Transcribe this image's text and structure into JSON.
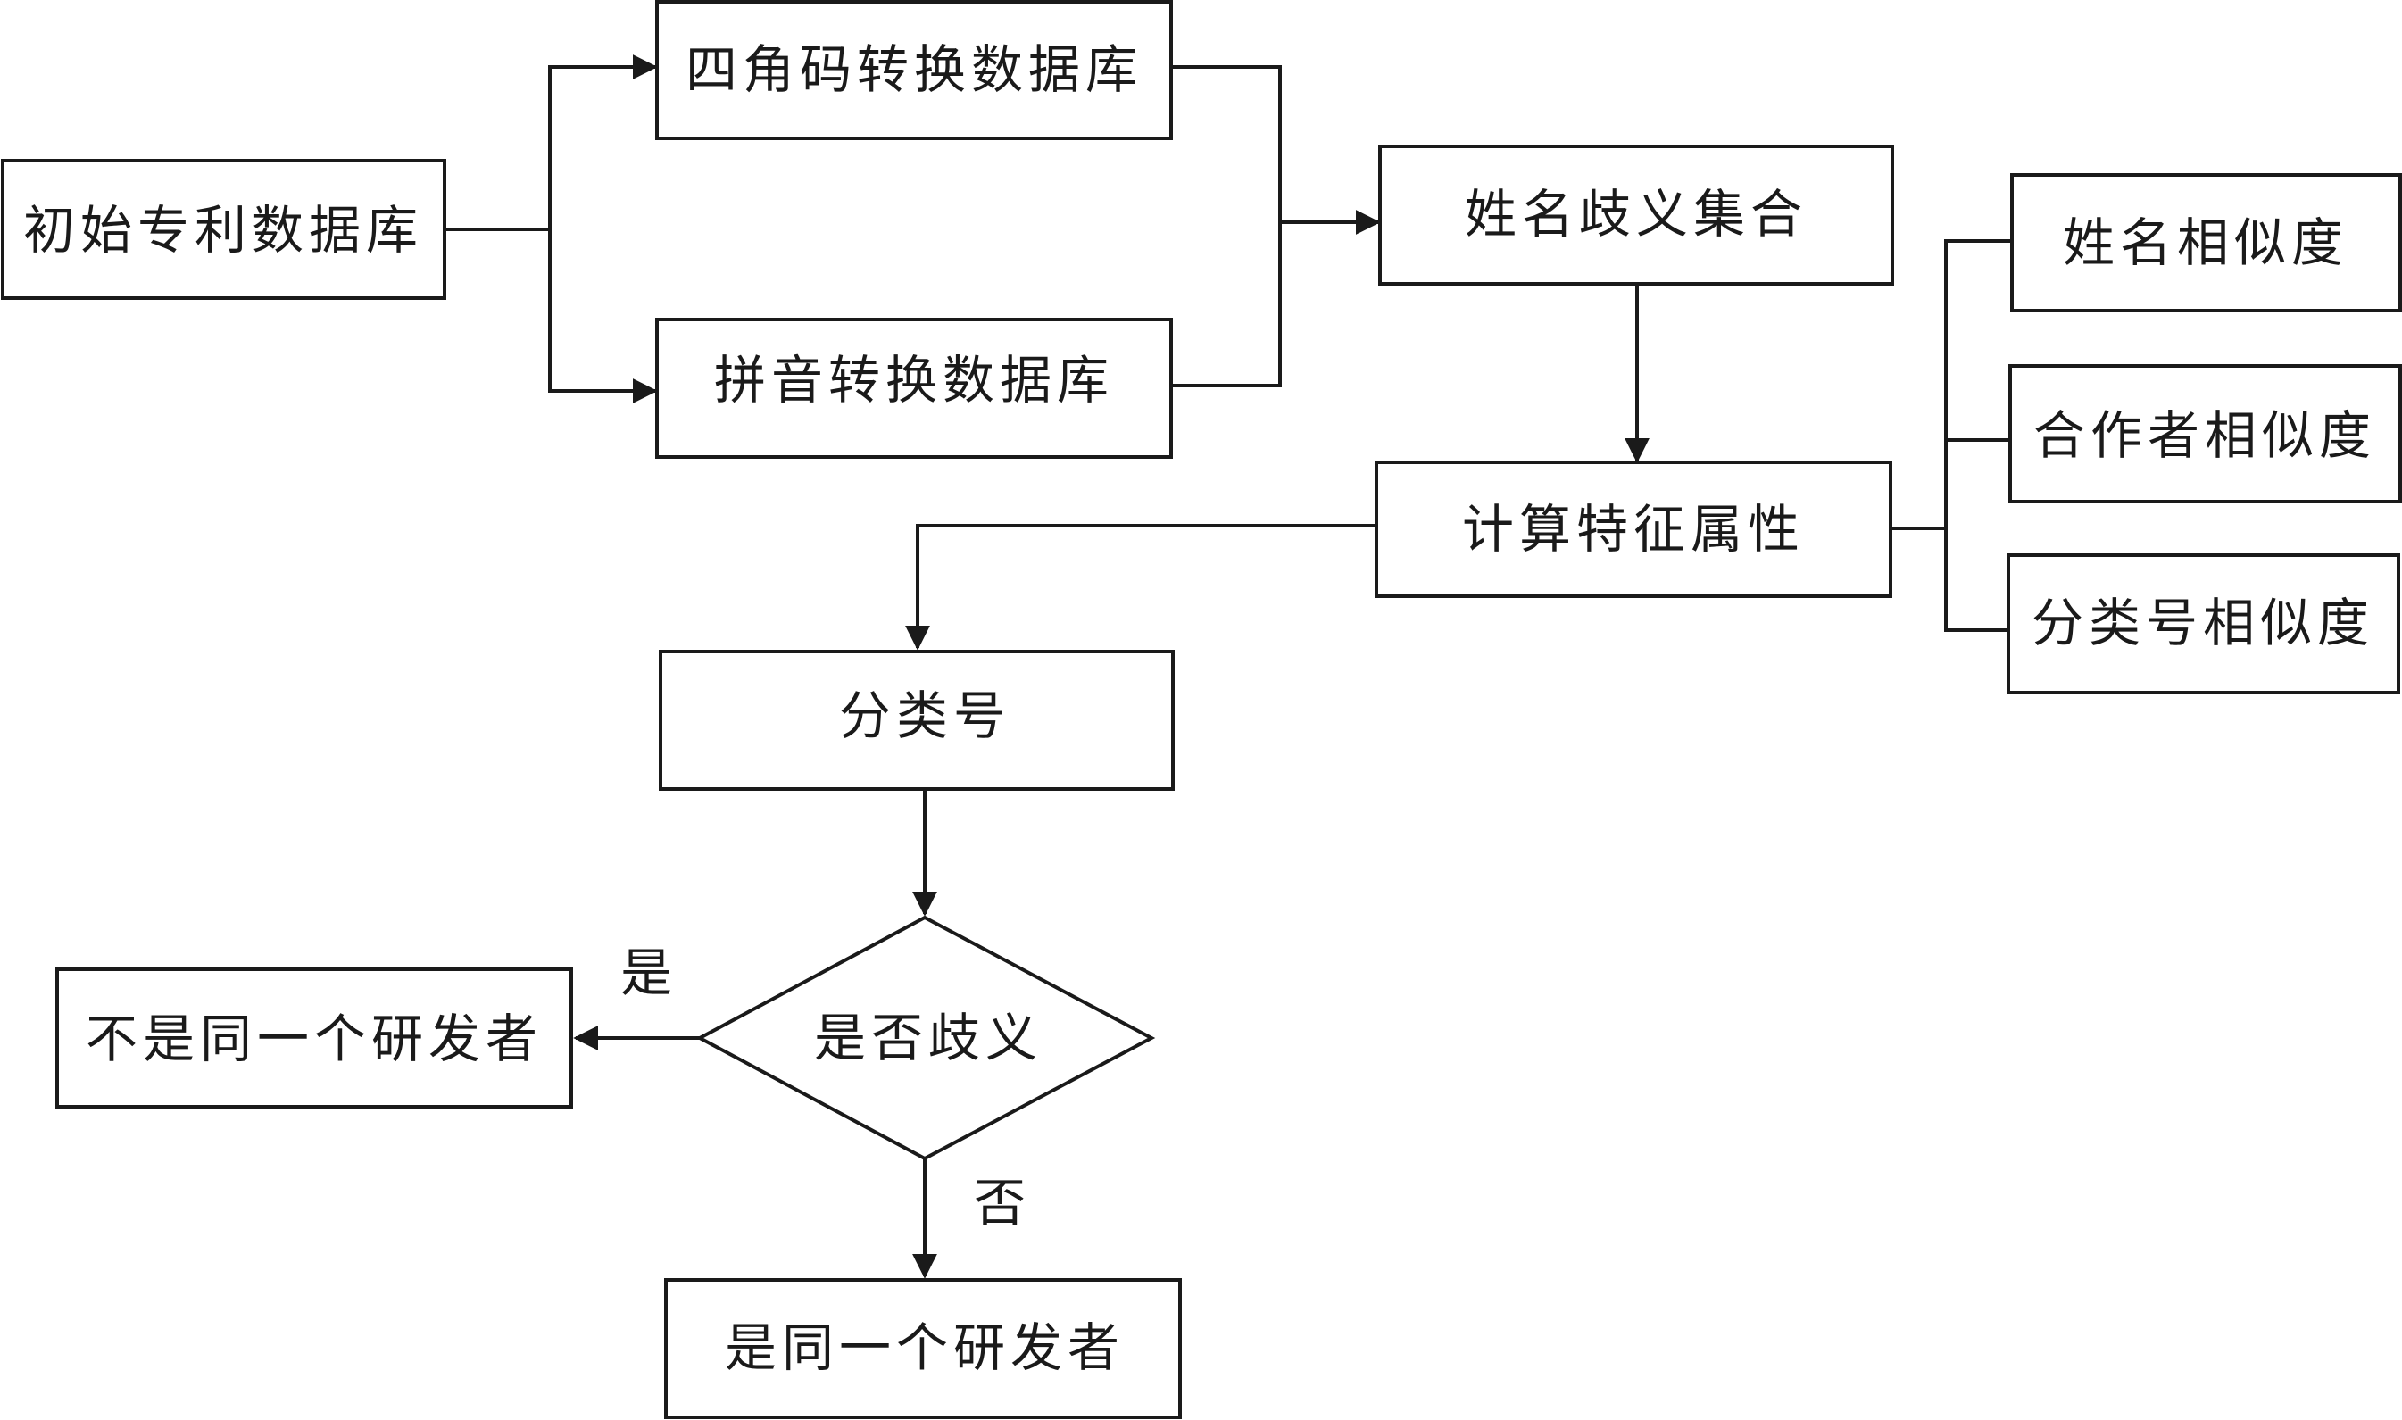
{
  "nodes": {
    "initial_db": "初始专利数据库",
    "four_corner_db": "四角码转换数据库",
    "pinyin_db": "拼音转换数据库",
    "ambiguity_set": "姓名歧义集合",
    "compute_features": "计算特征属性",
    "name_similarity": "姓名相似度",
    "coauthor_similarity": "合作者相似度",
    "class_similarity": "分类号相似度",
    "class_number": "分类号",
    "is_ambiguous": "是否歧义",
    "not_same": "不是同一个研发者",
    "same": "是同一个研发者"
  },
  "edges": {
    "yes": "是",
    "no": "否"
  }
}
